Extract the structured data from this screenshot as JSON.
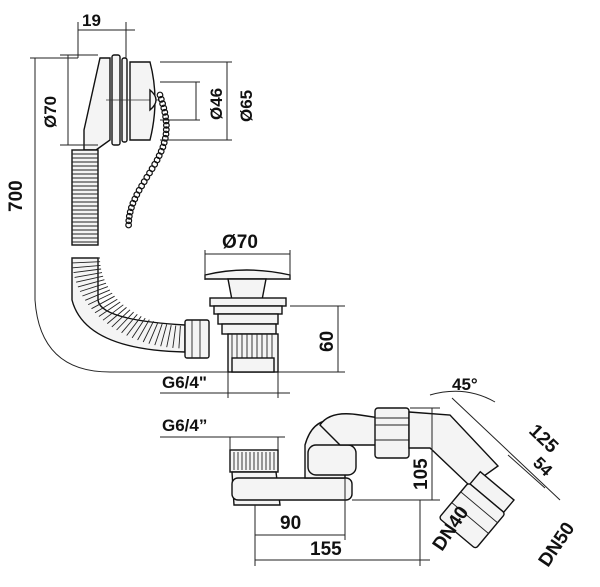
{
  "labels": {
    "d19": "19",
    "d70_top": "Ø70",
    "d46": "Ø46",
    "d65": "Ø65",
    "d700": "700",
    "d70_mid": "Ø70",
    "d60": "60",
    "g64_a": "G6/4\"",
    "g64_b": "G6/4”",
    "d45": "45°",
    "d125": "125",
    "d54": "54",
    "d105": "105",
    "d90": "90",
    "d155": "155",
    "dn40": "DN40",
    "dn50": "DN50"
  }
}
